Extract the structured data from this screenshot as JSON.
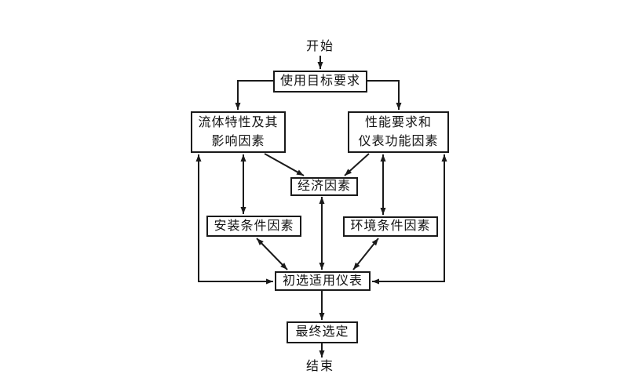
{
  "diagram": {
    "nodes": {
      "start": "开始",
      "usage": "使用目标要求",
      "fluid": "流体特性及其\n影响因素",
      "performance": "性能要求和\n仪表功能因素",
      "economic": "经济因素",
      "installation": "安装条件因素",
      "environment": "环境条件因素",
      "preliminary": "初选适用仪表",
      "final": "最终选定",
      "end": "结束"
    },
    "edges": [
      {
        "from": "start",
        "to": "usage",
        "two_way": false
      },
      {
        "from": "usage",
        "to": "fluid",
        "two_way": false
      },
      {
        "from": "usage",
        "to": "performance",
        "two_way": false
      },
      {
        "from": "fluid",
        "to": "economic",
        "two_way": false
      },
      {
        "from": "performance",
        "to": "economic",
        "two_way": false
      },
      {
        "from": "fluid",
        "to": "installation",
        "two_way": true
      },
      {
        "from": "performance",
        "to": "environment",
        "two_way": true
      },
      {
        "from": "fluid",
        "to": "preliminary",
        "two_way": true
      },
      {
        "from": "performance",
        "to": "preliminary",
        "two_way": true
      },
      {
        "from": "economic",
        "to": "preliminary",
        "two_way": true
      },
      {
        "from": "installation",
        "to": "preliminary",
        "two_way": true
      },
      {
        "from": "environment",
        "to": "preliminary",
        "two_way": true
      },
      {
        "from": "preliminary",
        "to": "final",
        "two_way": false
      },
      {
        "from": "final",
        "to": "end",
        "two_way": false
      }
    ],
    "colors": {
      "line": "#1a1a1a",
      "box_border": "#1a1a1a",
      "background": "#ffffff",
      "text": "#111111"
    }
  }
}
